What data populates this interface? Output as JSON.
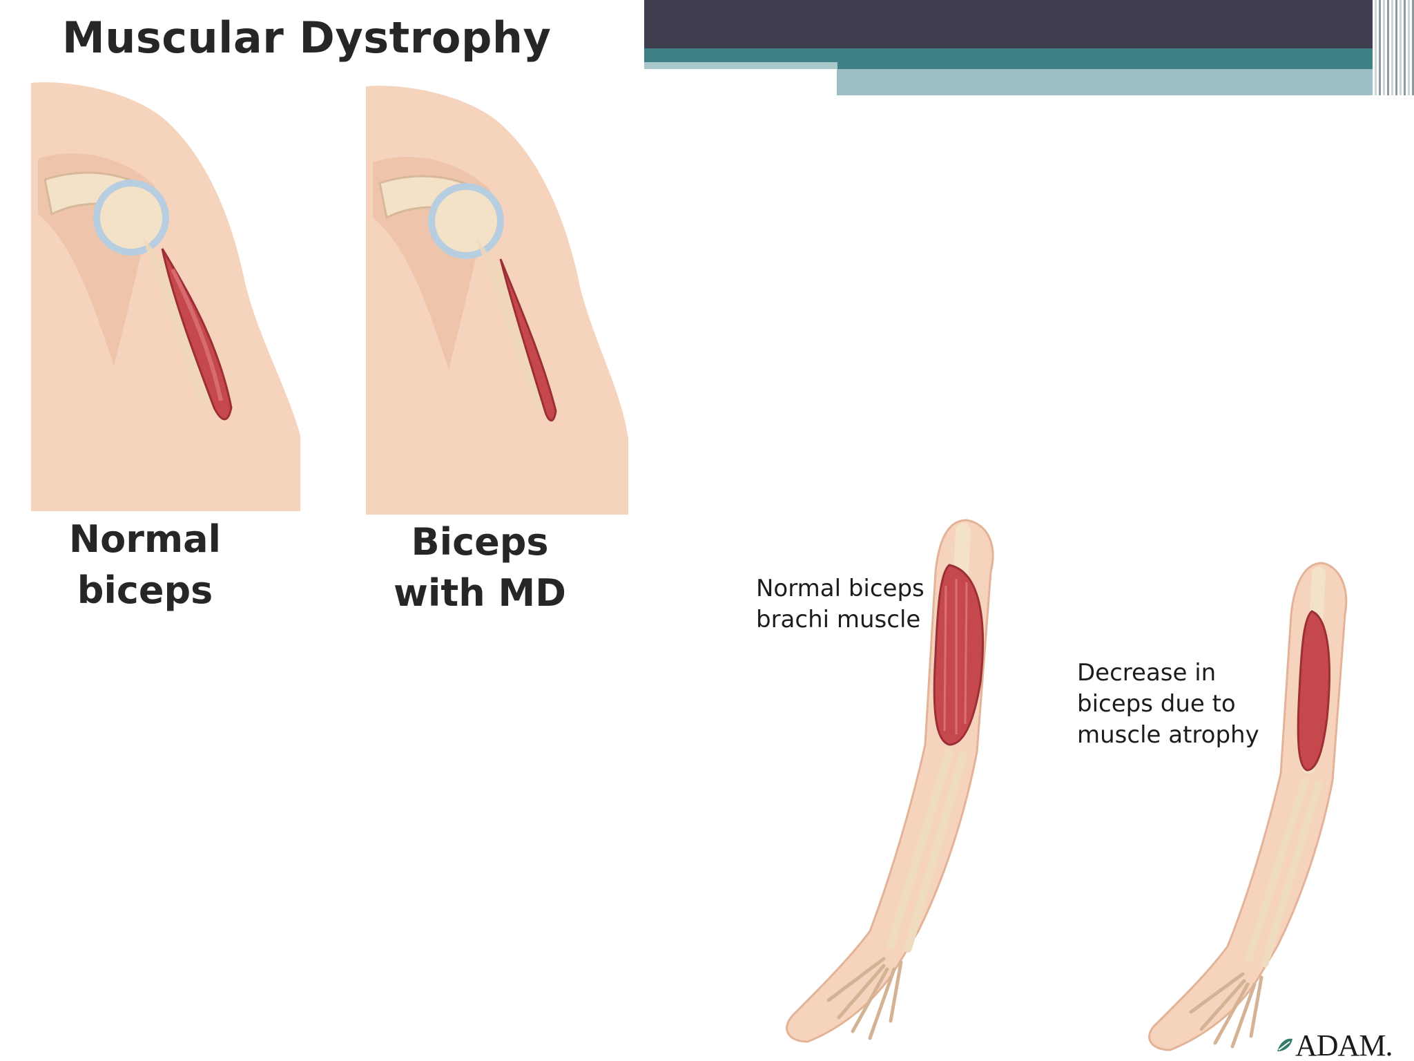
{
  "slide": {
    "title": "Muscular Dystrophy",
    "left_panel": {
      "caption_normal": "Normal\nbiceps",
      "caption_normal_line1": "Normal",
      "caption_normal_line2": "biceps",
      "caption_md_line1": "Biceps",
      "caption_md_line2": "with MD"
    },
    "right_panel": {
      "label_normal_line1": "Normal biceps",
      "label_normal_line2": "brachi muscle",
      "label_atrophy_line1": "Decrease in",
      "label_atrophy_line2": "biceps due to",
      "label_atrophy_line3": "muscle atrophy",
      "logo_text": "ADAM."
    }
  },
  "colors": {
    "header_dark": "#3f3e4f",
    "header_teal": "#3f7f86",
    "header_light": "#9bbfc3",
    "skin": "#f6d3bd",
    "skin_shadow": "#e7b89c",
    "muscle": "#c5484d",
    "muscle_dark": "#9c2f36",
    "bone": "#f3e2c7",
    "cartilage": "#b7cde0"
  }
}
